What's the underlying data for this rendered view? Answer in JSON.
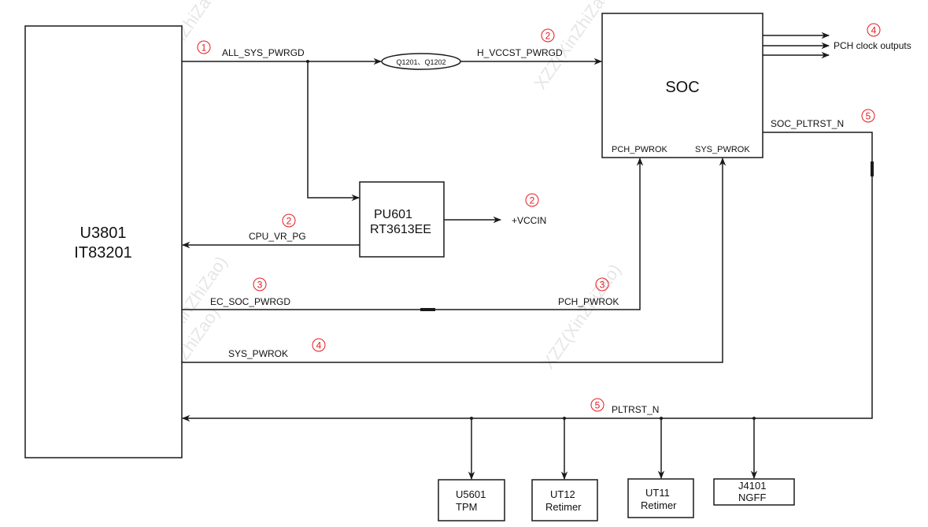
{
  "watermark": "XZZ(XinZhiZao)",
  "colors": {
    "line": "#1a1a1a",
    "step_marker": "#e8191e",
    "watermark": "#e6e6e6"
  },
  "blocks": {
    "ec": {
      "line1": "U3801",
      "line2": "IT83201"
    },
    "soc": {
      "title": "SOC",
      "pin_pch_pwrok": "PCH_PWROK",
      "pin_sys_pwrok": "SYS_PWROK"
    },
    "vr": {
      "line1": "PU601",
      "line2": "RT3613EE"
    },
    "q_switch": {
      "label": "Q1201、Q1202"
    },
    "tpm": {
      "line1": "U5601",
      "line2": "TPM"
    },
    "ut12": {
      "line1": "UT12",
      "line2": "Retimer"
    },
    "ut11": {
      "line1": "UT11",
      "line2": "Retimer"
    },
    "ngff": {
      "line1": "J4101",
      "line2": "NGFF"
    }
  },
  "signals": {
    "all_sys_pwrgd": {
      "label": "ALL_SYS_PWRGD",
      "step": "1"
    },
    "h_vccst_pwrgd": {
      "label": "H_VCCST_PWRGD",
      "step": "2"
    },
    "pch_clock_outputs": {
      "label": "PCH clock outputs",
      "step": "4"
    },
    "soc_pltrst_n": {
      "label": "SOC_PLTRST_N",
      "step": "5"
    },
    "vccin": {
      "label": "+VCCIN",
      "step": "2"
    },
    "cpu_vr_pg": {
      "label": "CPU_VR_PG",
      "step": "2"
    },
    "ec_soc_pwrgd": {
      "label": "EC_SOC_PWRGD",
      "step": "3"
    },
    "pch_pwrok": {
      "label": "PCH_PWROK",
      "step": "3"
    },
    "sys_pwrok": {
      "label": "SYS_PWROK",
      "step": "4"
    },
    "pltrst_n": {
      "label": "PLTRST_N",
      "step": "5"
    }
  }
}
